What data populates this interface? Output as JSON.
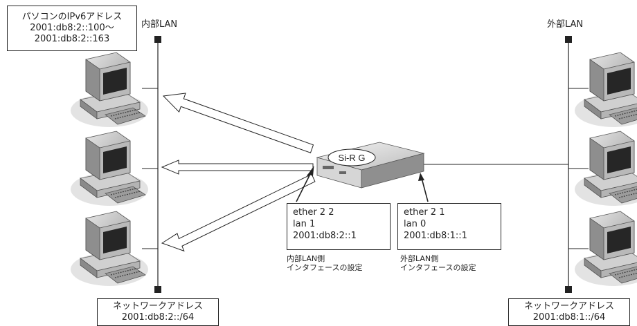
{
  "left_lan": {
    "name": "内部LAN",
    "address_box": {
      "title": "パソコンのIPv6アドレス",
      "line1": "2001:db8:2::100～",
      "line2": "2001:db8:2::163"
    },
    "network_box": {
      "title": "ネットワークアドレス",
      "value": "2001:db8:2::/64"
    }
  },
  "right_lan": {
    "name": "外部LAN",
    "network_box": {
      "title": "ネットワークアドレス",
      "value": "2001:db8:1::/64"
    }
  },
  "router": {
    "label": "Si-R G"
  },
  "inner_interface": {
    "lines": [
      "ether 2 2",
      "lan 1",
      "2001:db8:2::1"
    ],
    "note": [
      "内部LAN側",
      "インタフェースの設定"
    ]
  },
  "outer_interface": {
    "lines": [
      "ether 2 1",
      "lan 0",
      "2001:db8:1::1"
    ],
    "note": [
      "外部LAN側",
      "インタフェースの設定"
    ]
  }
}
